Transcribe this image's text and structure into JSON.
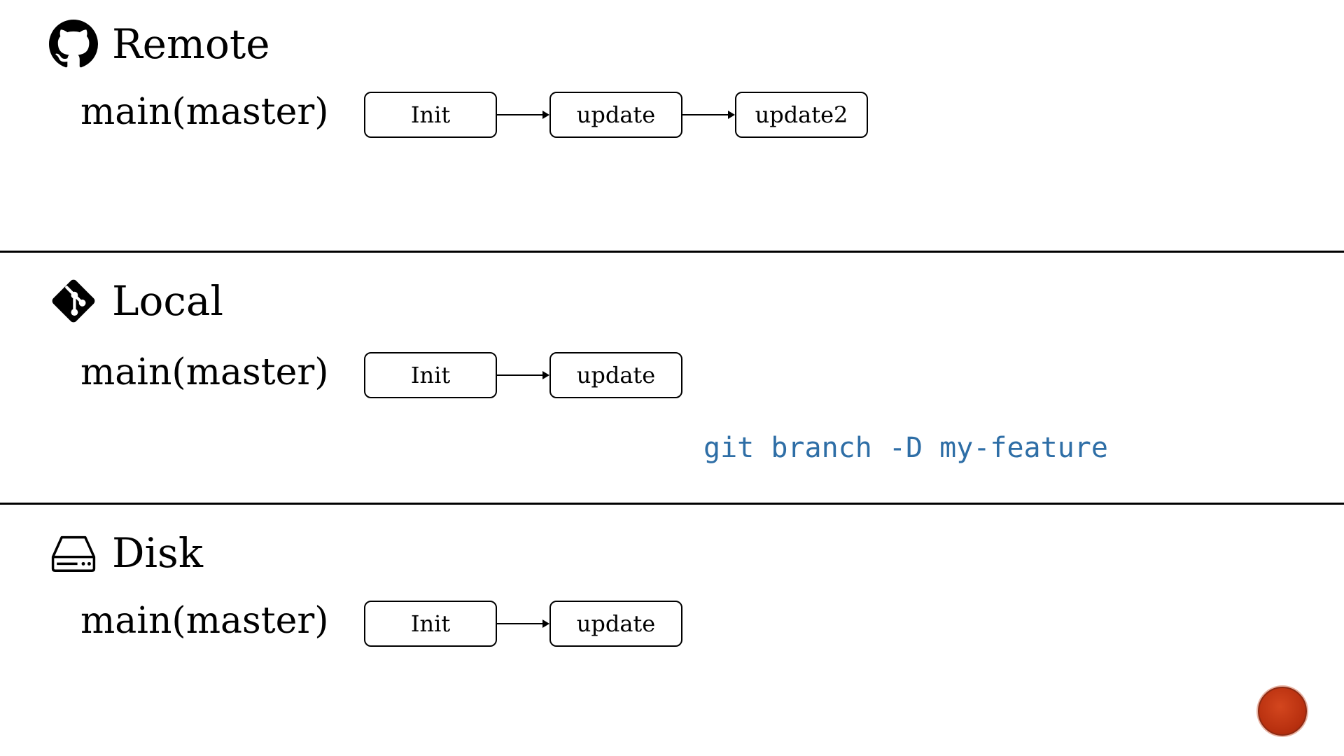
{
  "colors": {
    "text": "#000000",
    "command": "#2e6ea6",
    "badge": "#c0391a"
  },
  "sections": [
    {
      "id": "remote",
      "icon": "github-icon",
      "title": "Remote",
      "branch": "main(master)",
      "commits": [
        "Init",
        "update",
        "update2"
      ]
    },
    {
      "id": "local",
      "icon": "git-icon",
      "title": "Local",
      "branch": "main(master)",
      "commits": [
        "Init",
        "update"
      ]
    },
    {
      "id": "disk",
      "icon": "hard-drive-icon",
      "title": "Disk",
      "branch": "main(master)",
      "commits": [
        "Init",
        "update"
      ]
    }
  ],
  "command": {
    "text": "git branch -D my-feature"
  }
}
